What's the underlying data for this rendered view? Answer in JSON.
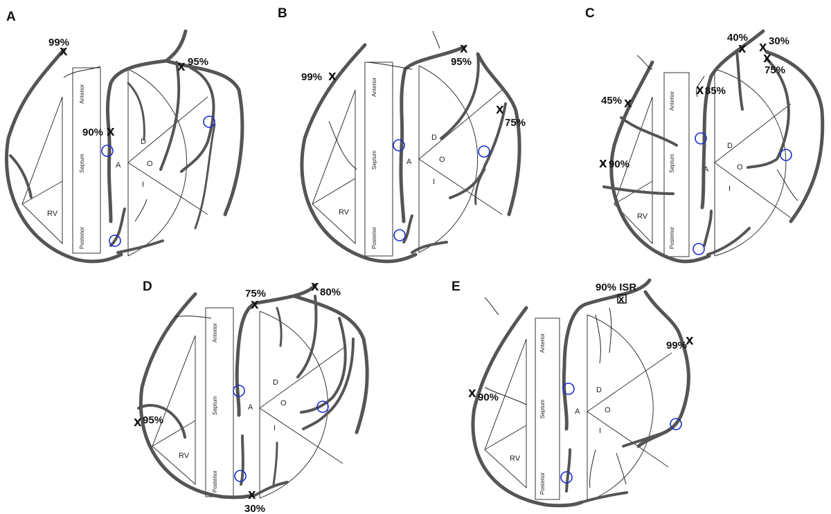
{
  "panels": [
    {
      "letter": "A",
      "stenoses": [
        "99%",
        "95%",
        "90%"
      ]
    },
    {
      "letter": "B",
      "stenoses": [
        "99%",
        "95%",
        "75%"
      ]
    },
    {
      "letter": "C",
      "stenoses": [
        "40%",
        "30%",
        "75%",
        "85%",
        "45%",
        "90%"
      ]
    },
    {
      "letter": "D",
      "stenoses": [
        "75%",
        "80%",
        "95%",
        "30%"
      ]
    },
    {
      "letter": "E",
      "stenoses": [
        "90% ISR",
        "99%",
        "90%"
      ]
    }
  ],
  "labels": {
    "anterior": "Anterior",
    "septum": "Septum",
    "posterior": "Posterior",
    "rv": "RV",
    "seg_d": "D",
    "seg_a": "A",
    "seg_o": "O",
    "seg_i": "I",
    "x": "X"
  },
  "colors": {
    "vessel": "#555555",
    "ring": "#1a2bd0",
    "text": "#111111"
  }
}
